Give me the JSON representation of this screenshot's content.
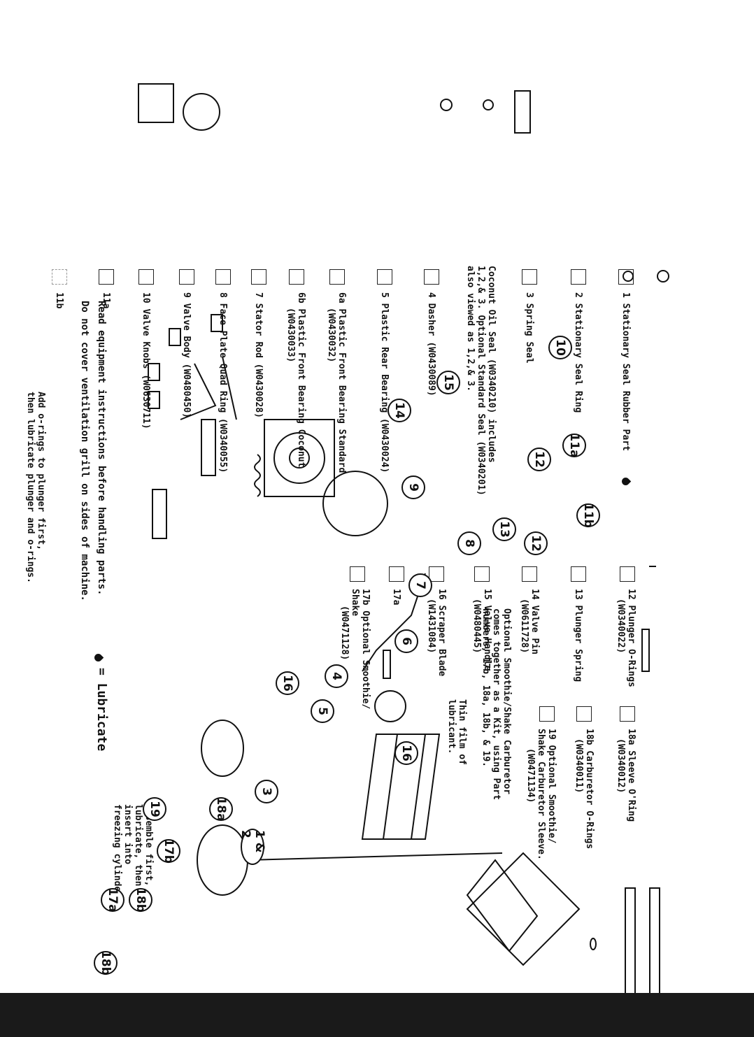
{
  "header": {
    "line1": "Do not cover ventilation grill on sides of machine.",
    "line2": "Read equipment instructions before handling parts."
  },
  "parts_left": [
    {
      "id": "p1",
      "label": "1 Stationary Seal Rubber Part"
    },
    {
      "id": "p2",
      "label": "2 Stationary Seal Ring"
    },
    {
      "id": "p3",
      "label": "3 Spring Seal"
    },
    {
      "id": "p4",
      "label": "4 Dasher (W0430089)"
    },
    {
      "id": "p5",
      "label": "5 Plastic Rear Bearing (W0430024)"
    },
    {
      "id": "p6a",
      "label": "6a Plastic Front Bearing Standard",
      "sub": "(W0430032)"
    },
    {
      "id": "p6b",
      "label": "6b Plastic Front Bearing Coconut",
      "sub": "(W0430033)"
    },
    {
      "id": "p7",
      "label": "7 Stator Rod (W0430028)"
    },
    {
      "id": "p8",
      "label": "8 Face Plate Quad Ring (W0340055)"
    },
    {
      "id": "p9",
      "label": "9 Valve Body (W0480450)"
    },
    {
      "id": "p10",
      "label": "10 Valve Knobs (W0630711)"
    },
    {
      "id": "p11a",
      "label": "11a"
    },
    {
      "id": "p11b",
      "label": "11b"
    }
  ],
  "coconut_note": {
    "line1": "Coconut Oil Seal (W0340210) includes",
    "line2": "1,2,& 3. Optional Standard Seal (W0340201)",
    "line3": "also viewed as 1,2,& 3."
  },
  "parts_middle": [
    {
      "id": "p12",
      "label": "12 Plunger O-Rings",
      "sub": "(W0340022)"
    },
    {
      "id": "p13",
      "label": "13 Plunger Spring"
    },
    {
      "id": "p14",
      "label": "14 Valve Pin",
      "sub": "(W0611728)"
    },
    {
      "id": "p15",
      "label": "15 Valve Handle",
      "sub": "(W0480445)"
    },
    {
      "id": "p16",
      "label": "16 Scraper Blade",
      "sub": "(W1431084)"
    },
    {
      "id": "p17a",
      "label": "17a"
    },
    {
      "id": "p17b",
      "label": "17b Optional Smoothie/",
      "sub": "Shake",
      "sub2": "(W0471128)"
    }
  ],
  "parts_right": [
    {
      "id": "p18a",
      "label": "18a Sleeve O'Ring",
      "sub": "(W0340012)"
    },
    {
      "id": "p18b",
      "label": "18b Carburetor O-Rings",
      "sub": "(W0340011)"
    },
    {
      "id": "p19",
      "label": "19 Optional Smoothie/",
      "sub": "Shake Carburetor Sleeve.",
      "sub2": "(W0471134)"
    }
  ],
  "kit_note": {
    "line1": "Optional Smoothie/Shake Carburetor",
    "line2": "comes together as a Kit, using Part",
    "line3": "numbers, 17b, 18a, 18b, & 19."
  },
  "film_note": {
    "line1": "Thin film of",
    "line2": "lubricant."
  },
  "assemble_note": {
    "line1": "Assemble first,",
    "line2": "lubricate, then",
    "line3": "insert into",
    "line4": "freezing cylinder."
  },
  "lubricate_legend": "= Lubricate",
  "oring_note": {
    "line1": "Add o-rings to plunger first,",
    "line2": "then lubricate plunger and o-rings."
  },
  "callouts": [
    "18b",
    "17a",
    "18b",
    "17b",
    "19",
    "18a",
    "1 & 2",
    "3",
    "5",
    "16",
    "16",
    "4",
    "6",
    "7",
    "8",
    "9",
    "10",
    "11a",
    "11b",
    "12",
    "12",
    "13",
    "14",
    "15"
  ]
}
